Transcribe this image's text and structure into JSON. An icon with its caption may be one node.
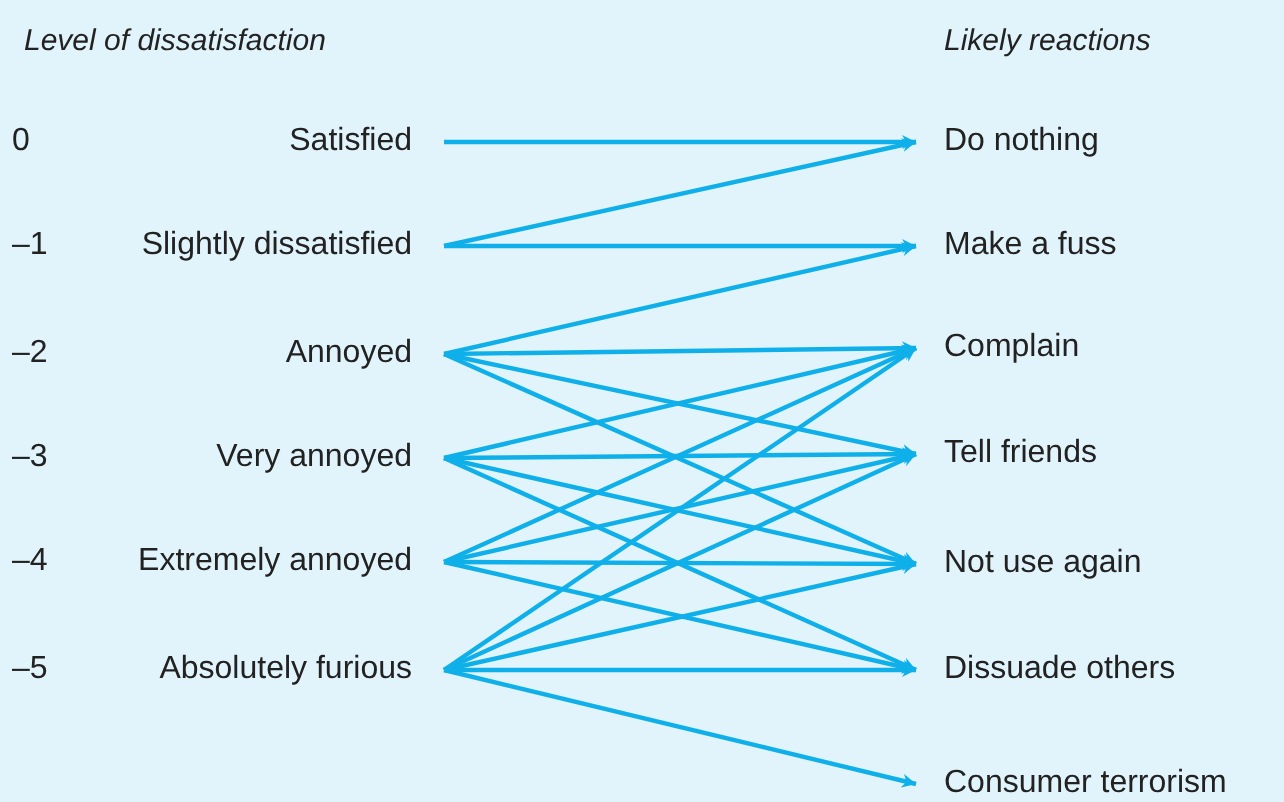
{
  "diagram": {
    "nodes": [
      {
        "text": [
          "0",
          "Satisfied"
        ]
      },
      {
        "text": [
          "–1",
          "Slightly dissatisfied"
        ]
      },
      {
        "text": [
          "–2",
          "Annoyed"
        ]
      },
      {
        "text": [
          "–3",
          "Very annoyed"
        ]
      },
      {
        "text": [
          "–4",
          "Extremely annoyed"
        ]
      },
      {
        "text": [
          "–5",
          "Absolutely furious"
        ]
      },
      {
        "text": [
          "Do nothing"
        ]
      },
      {
        "text": [
          "Make a fuss"
        ]
      },
      {
        "text": [
          "Complain"
        ]
      },
      {
        "text": [
          "Tell friends"
        ]
      },
      {
        "text": [
          "Not use again"
        ]
      },
      {
        "text": [
          "Dissuade others"
        ]
      },
      {
        "text": [
          "Consumer terrorism"
        ]
      }
    ],
    "edges": [
      {
        "from": 0,
        "to": 6,
        "arrow": "to"
      },
      {
        "from": 1,
        "to": 6,
        "arrow": "to"
      },
      {
        "from": 1,
        "to": 7,
        "arrow": "to"
      },
      {
        "from": 2,
        "to": 7,
        "arrow": "to"
      },
      {
        "from": 2,
        "to": 8,
        "arrow": "to"
      },
      {
        "from": 2,
        "to": 9,
        "arrow": "to"
      },
      {
        "from": 2,
        "to": 10,
        "arrow": "to"
      },
      {
        "from": 3,
        "to": 8,
        "arrow": "to"
      },
      {
        "from": 3,
        "to": 9,
        "arrow": "to"
      },
      {
        "from": 3,
        "to": 10,
        "arrow": "to"
      },
      {
        "from": 3,
        "to": 11,
        "arrow": "to"
      },
      {
        "from": 4,
        "to": 8,
        "arrow": "to"
      },
      {
        "from": 4,
        "to": 9,
        "arrow": "to"
      },
      {
        "from": 4,
        "to": 10,
        "arrow": "to"
      },
      {
        "from": 4,
        "to": 11,
        "arrow": "to"
      },
      {
        "from": 5,
        "to": 8,
        "arrow": "to"
      },
      {
        "from": 5,
        "to": 9,
        "arrow": "to"
      },
      {
        "from": 5,
        "to": 10,
        "arrow": "to"
      },
      {
        "from": 5,
        "to": 11,
        "arrow": "to"
      },
      {
        "from": 5,
        "to": 12,
        "arrow": "to"
      }
    ],
    "labels": [
      "Level of dissatisfaction",
      "Likely reactions"
    ]
  }
}
